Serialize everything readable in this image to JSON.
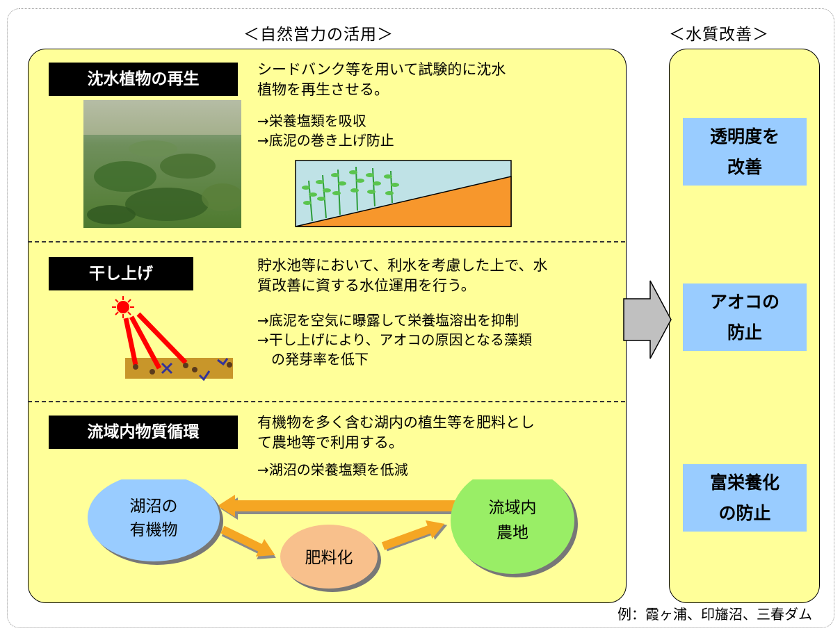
{
  "headings": {
    "natural": "＜自然営力の活用＞",
    "water_quality": "＜水質改善＞"
  },
  "sections": [
    {
      "label": "沈水植物の再生",
      "desc_lines": [
        "シードバンク等を用いて試験的に沈水",
        "植物を再生させる。"
      ],
      "effects": [
        "→栄養塩類を吸収",
        "→底泥の巻き上げ防止"
      ]
    },
    {
      "label": "干し上げ",
      "desc_lines": [
        "貯水池等において、利水を考慮した上で、水",
        "質改善に資する水位運用を行う。"
      ],
      "effects": [
        "→底泥を空気に曝露して栄養塩溶出を抑制",
        "→干し上げにより、アオコの原因となる藻類",
        "　の発芽率を低下"
      ]
    },
    {
      "label": "流域内物質循環",
      "desc_lines": [
        "有機物を多く含む湖内の植生等を肥料とし",
        "て農地等で利用する。"
      ],
      "effects": [
        "→湖沼の栄養塩類を低減"
      ],
      "cycle": {
        "lake_organic": [
          "湖沼の",
          "有機物"
        ],
        "fertilizer": "肥料化",
        "farmland": [
          "流域内",
          "農地"
        ]
      }
    }
  ],
  "results": [
    [
      "透明度を",
      "改善"
    ],
    [
      "アオコの",
      "防止"
    ],
    [
      "富栄養化",
      "の防止"
    ]
  ],
  "footer": "例：霞ヶ浦、印旛沼、三春ダム",
  "colors": {
    "panel": "#ffff99",
    "result_box": "#99ccff",
    "arrow_orange": "#f5a623",
    "circle_blue": "#99ccff",
    "circle_green": "#99ee66",
    "circle_peach": "#f8c08c",
    "ray_red": "#ff0000",
    "sediment": "#c8962a",
    "soil_orange": "#f7972c",
    "water": "#bfe2e6"
  }
}
